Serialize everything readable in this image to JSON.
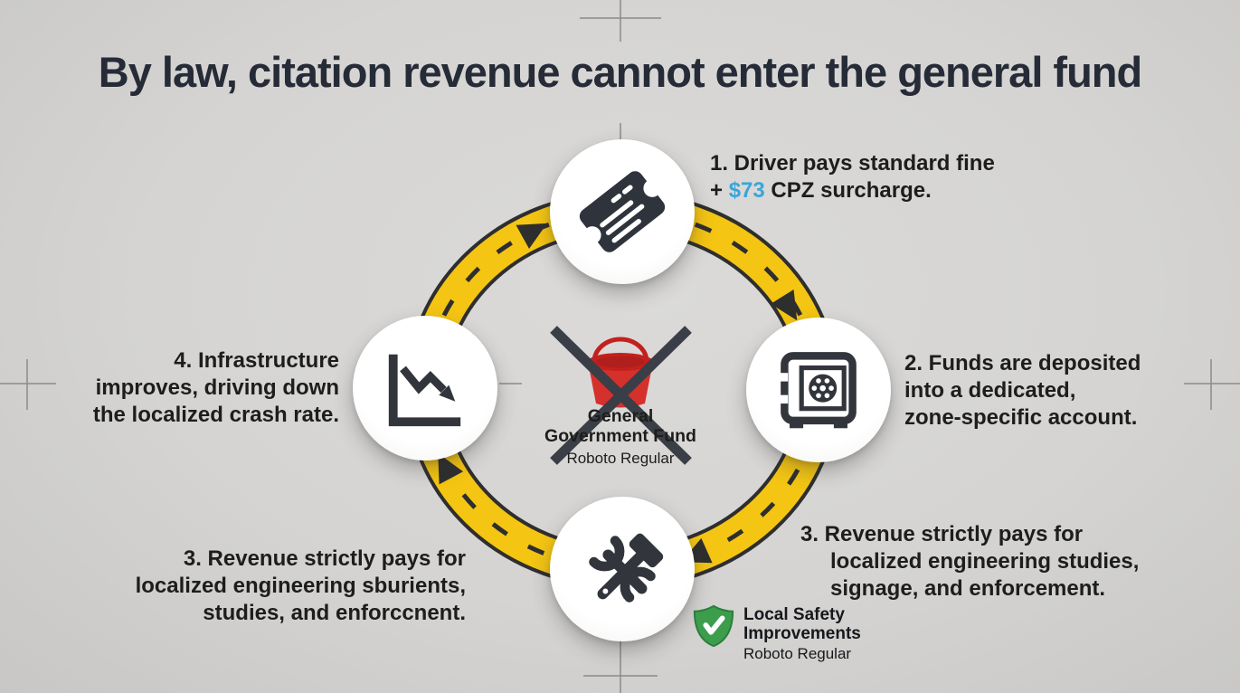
{
  "title": "By law, citation revenue cannot enter the general fund",
  "annotations": {
    "step1": {
      "line1": "1. Driver pays standard fine",
      "line2_prefix": "+ ",
      "line2_amount": "$73",
      "line2_suffix": " CPZ surcharge."
    },
    "step2": {
      "lines": [
        "2. Funds are deposited",
        "into a dedicated,",
        "zone-specific account."
      ]
    },
    "step3_right": {
      "lines": [
        "3. Revenue strictly pays for",
        "localized engineering studies,",
        "signage, and enforcement."
      ]
    },
    "step3_left": {
      "lines": [
        "3. Revenue strictly pays for",
        "localized engineering sburients,",
        "studies, and enforccnent."
      ]
    },
    "step4": {
      "lines": [
        "4. Infrastructure",
        "improves, driving down",
        "the localized crash rate."
      ]
    }
  },
  "center": {
    "icon": "crossed-out-bucket-icon",
    "label_line1": "General",
    "label_line2": "Government Fund",
    "sublabel": "Roboto Regular"
  },
  "badge": {
    "icon": "shield-check-icon",
    "label_line1": "Local Safety",
    "label_line2": "Improvements",
    "sublabel": "Roboto Regular"
  },
  "cycle": {
    "direction": "clockwise",
    "nodes": [
      {
        "position": "top",
        "icon": "ticket-icon"
      },
      {
        "position": "right",
        "icon": "safe-icon"
      },
      {
        "position": "bottom",
        "icon": "tools-icon"
      },
      {
        "position": "left",
        "icon": "chart-down-icon"
      }
    ]
  },
  "colors": {
    "background": "#d5d4d2",
    "title_text": "#262b38",
    "body_text": "#1d1d1b",
    "amount_blue": "#3aa5d9",
    "road_yellow": "#f4c513",
    "road_dark": "#2e2e2e",
    "icon_dark": "#32363c",
    "bucket_red": "#d6302c",
    "shield_green": "#3c9e4d",
    "node_white": "#ffffff"
  }
}
